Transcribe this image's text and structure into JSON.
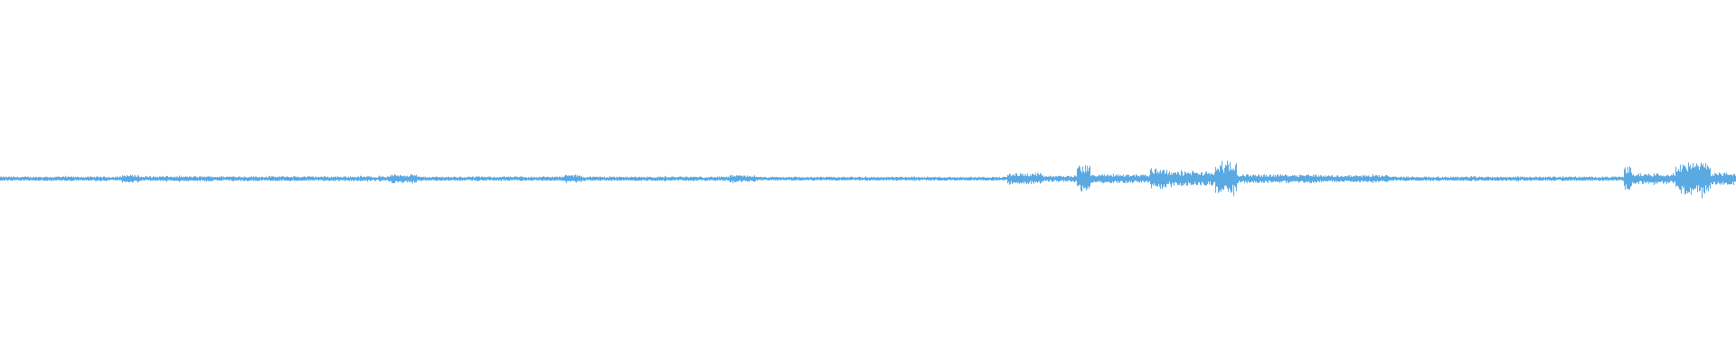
{
  "waveform": {
    "color": "#5aa9e3",
    "background": "#ffffff",
    "baseline_amplitude": 0.02,
    "segments": [
      {
        "start": 0.0,
        "end": 0.07,
        "amplitude": 0.025
      },
      {
        "start": 0.07,
        "end": 0.08,
        "amplitude": 0.045
      },
      {
        "start": 0.08,
        "end": 0.225,
        "amplitude": 0.028
      },
      {
        "start": 0.225,
        "end": 0.24,
        "amplitude": 0.05
      },
      {
        "start": 0.24,
        "end": 0.325,
        "amplitude": 0.025
      },
      {
        "start": 0.325,
        "end": 0.335,
        "amplitude": 0.045
      },
      {
        "start": 0.335,
        "end": 0.42,
        "amplitude": 0.025
      },
      {
        "start": 0.42,
        "end": 0.435,
        "amplitude": 0.04
      },
      {
        "start": 0.435,
        "end": 0.58,
        "amplitude": 0.022
      },
      {
        "start": 0.58,
        "end": 0.6,
        "amplitude": 0.06
      },
      {
        "start": 0.6,
        "end": 0.62,
        "amplitude": 0.035
      },
      {
        "start": 0.62,
        "end": 0.628,
        "amplitude": 0.15
      },
      {
        "start": 0.628,
        "end": 0.662,
        "amplitude": 0.05
      },
      {
        "start": 0.662,
        "end": 0.672,
        "amplitude": 0.12
      },
      {
        "start": 0.672,
        "end": 0.7,
        "amplitude": 0.08
      },
      {
        "start": 0.7,
        "end": 0.712,
        "amplitude": 0.16
      },
      {
        "start": 0.712,
        "end": 0.76,
        "amplitude": 0.05
      },
      {
        "start": 0.76,
        "end": 0.8,
        "amplitude": 0.04
      },
      {
        "start": 0.8,
        "end": 0.935,
        "amplitude": 0.025
      },
      {
        "start": 0.935,
        "end": 0.94,
        "amplitude": 0.14
      },
      {
        "start": 0.94,
        "end": 0.965,
        "amplitude": 0.06
      },
      {
        "start": 0.965,
        "end": 0.985,
        "amplitude": 0.18
      },
      {
        "start": 0.985,
        "end": 1.0,
        "amplitude": 0.07
      }
    ]
  }
}
